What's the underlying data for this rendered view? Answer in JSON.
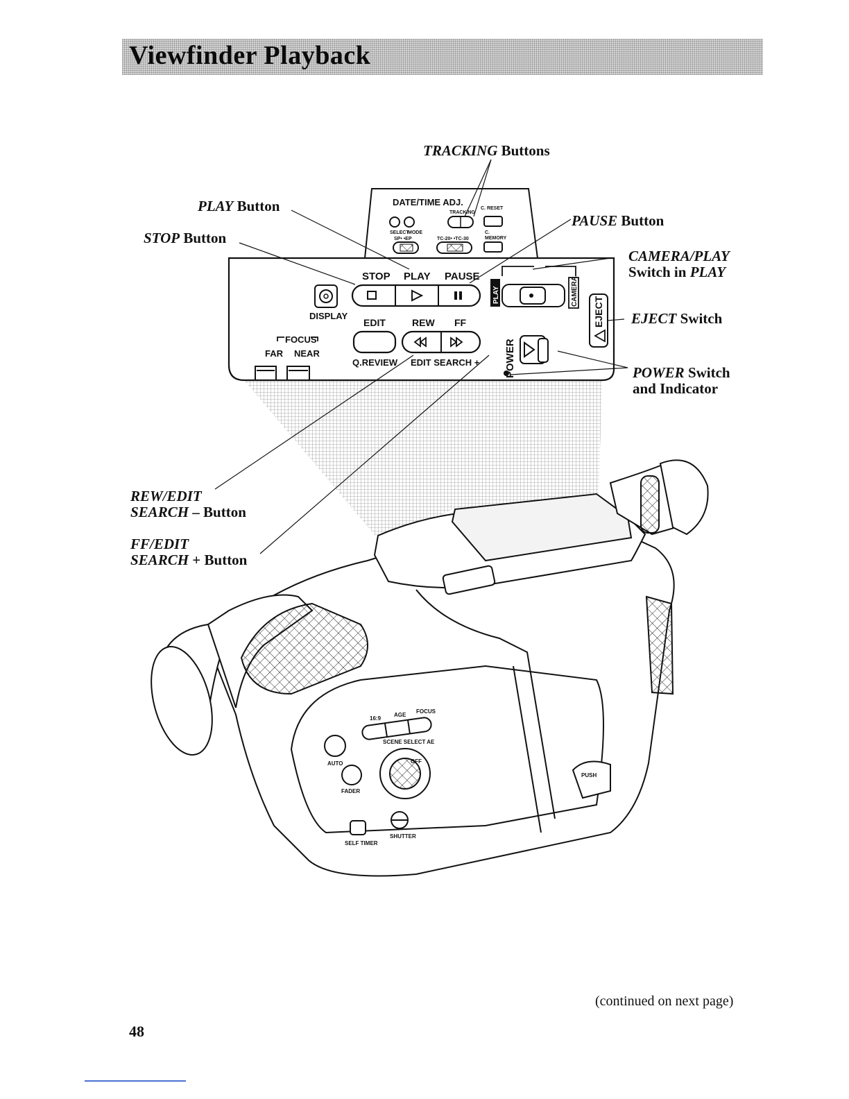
{
  "page": {
    "title": "Viewfinder Playback",
    "continued_note": "(continued on next page)",
    "page_number": "48"
  },
  "callouts": {
    "tracking": {
      "italic": "TRACKING",
      "rest": " Buttons"
    },
    "play": {
      "italic": "PLAY",
      "rest": " Button"
    },
    "stop": {
      "italic": "STOP",
      "rest": " Button"
    },
    "pause": {
      "italic": "PAUSE",
      "rest": " Button"
    },
    "camera_play": {
      "line1_italic": "CAMERA/PLAY",
      "line2_text": "Switch in ",
      "line2_italic": "PLAY"
    },
    "eject": {
      "italic": "EJECT",
      "rest": " Switch"
    },
    "power": {
      "line1_italic": "POWER",
      "line1_rest": " Switch",
      "line2": "and Indicator"
    },
    "rew_edit": {
      "line1": "REW/EDIT",
      "line2_italic": "SEARCH",
      "line2_rest": " – Button"
    },
    "ff_edit": {
      "line1": "FF/EDIT",
      "line2_italic": "SEARCH",
      "line2_rest": " + Button"
    }
  },
  "panel": {
    "date_time": "DATE/TIME ADJ.",
    "tracking": "TRACKING",
    "c_reset": "C. RESET",
    "select": "SELECT",
    "mode": "MODE",
    "c": "C.",
    "memory": "MEMORY",
    "sp_ep": "SP• •EP",
    "tc": "TC-20• •TC-30",
    "stop": "STOP",
    "play": "PLAY",
    "pause": "PAUSE",
    "display": "DISPLAY",
    "edit": "EDIT",
    "rew": "REW",
    "ff": "FF",
    "focus": "FOCUS",
    "far": "FAR",
    "near": "NEAR",
    "q_review": "Q.REVIEW",
    "edit_search": "EDIT SEARCH +",
    "power": "POWER",
    "play_switch": "PLAY",
    "camera_switch": "CAMERA",
    "eject": "EJECT"
  },
  "camcorder": {
    "btn_16x9": "16:9",
    "btn_age": "AGE",
    "btn_focus": "FOCUS",
    "scene_select": "SCENE SELECT AE",
    "auto": "AUTO",
    "fader": "FADER",
    "off": "OFF",
    "self_timer": "SELF TIMER",
    "shutter": "SHUTTER",
    "push": "PUSH"
  }
}
